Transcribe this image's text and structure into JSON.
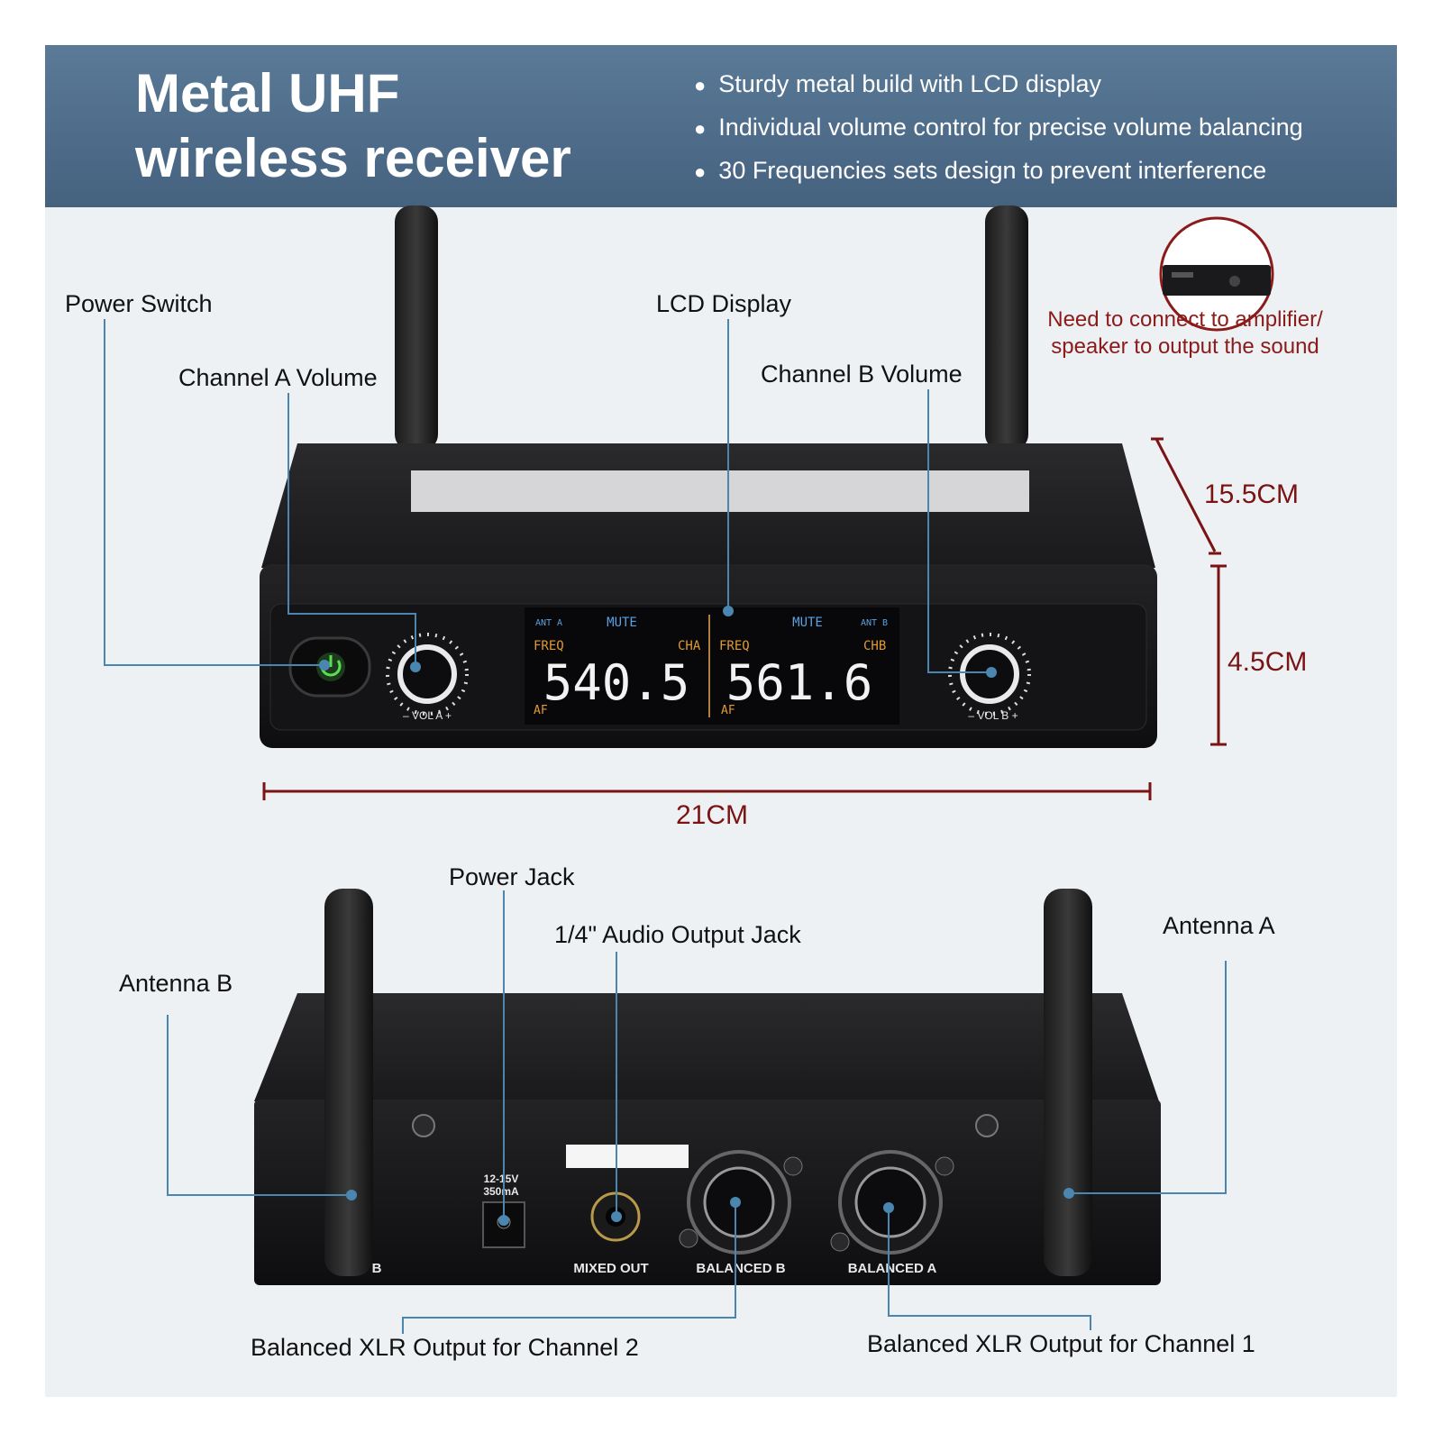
{
  "banner": {
    "title_line1": "Metal UHF",
    "title_line2": "wireless receiver",
    "bullets": [
      "Sturdy metal build with LCD display",
      "Individual volume control for precise volume balancing",
      "30 Frequencies sets design to prevent interference"
    ]
  },
  "front_labels": {
    "power_switch": "Power Switch",
    "channel_a_volume": "Channel A Volume",
    "lcd_display": "LCD Display",
    "channel_b_volume": "Channel B Volume"
  },
  "amplifier_note": "Need to connect to amplifier/ speaker to output the sound",
  "dimensions": {
    "depth": "15.5CM",
    "height": "4.5CM",
    "width": "21CM"
  },
  "lcd": {
    "ant_a": "ANT A",
    "ant_b": "ANT B",
    "mute_a": "MUTE",
    "mute_b": "MUTE",
    "freq_a_label": "FREQ",
    "freq_b_label": "FREQ",
    "cha": "CHA",
    "chb": "CHB",
    "af_a": "AF",
    "af_b": "AF",
    "freq_a": "540.5",
    "freq_b": "561.6"
  },
  "front_panel": {
    "vol_a": "– VOL A +",
    "vol_b": "– VOL B +"
  },
  "rear_labels": {
    "power_jack": "Power Jack",
    "audio_output_jack": "1/4\" Audio Output Jack",
    "antenna_a": "Antenna A",
    "antenna_b": "Antenna B",
    "xlr_ch2": "Balanced XLR Output for Channel 2",
    "xlr_ch1": "Balanced XLR Output for Channel 1"
  },
  "rear_panel": {
    "power_spec": "12-15V",
    "power_current": "350mA",
    "mixed_out": "MIXED OUT",
    "balanced_b": "BALANCED B",
    "balanced_a": "BALANCED A",
    "ant_b_mark": "B"
  },
  "colors": {
    "banner": "#4d6c89",
    "callout_line": "#4a86b0",
    "dimension": "#7a1414",
    "lcd_blue": "#5aa0e0",
    "lcd_orange": "#e09a30"
  }
}
